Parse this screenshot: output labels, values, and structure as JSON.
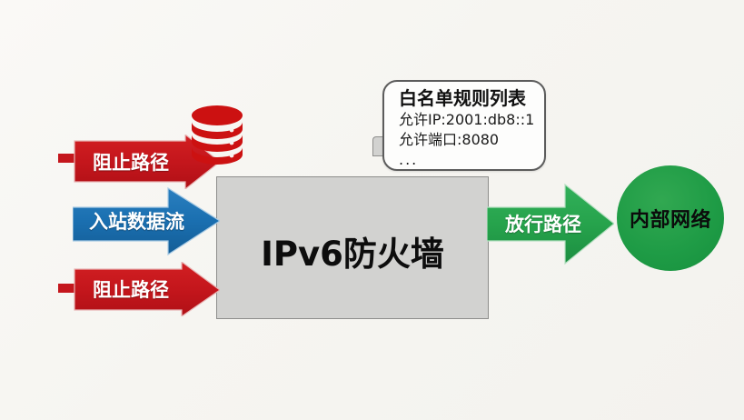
{
  "diagram": {
    "background_color": "#f8f7f4",
    "firewall": {
      "label": "IPv6防火墙",
      "fill_color": "#d2d2d0",
      "border_color": "#8e8e8c"
    },
    "arrows": [
      {
        "id": "block-top",
        "label": "阻止路径",
        "color": "#c8161d",
        "direction": "right"
      },
      {
        "id": "inbound",
        "label": "入站数据流",
        "color": "#1a6fb0",
        "direction": "right"
      },
      {
        "id": "block-bottom",
        "label": "阻止路径",
        "color": "#c8161d",
        "direction": "right"
      },
      {
        "id": "allow",
        "label": "放行路径",
        "color": "#26a34c",
        "direction": "right"
      }
    ],
    "internal_network": {
      "label": "内部网络",
      "color": "#1f9c46"
    },
    "database_icon": {
      "name": "database-icon",
      "color": "#cc1111"
    },
    "whitelist": {
      "title": "白名单规则列表",
      "lines": [
        "允许IP:2001:db8::1",
        "允许端口:8080"
      ],
      "ellipsis": "..."
    }
  }
}
